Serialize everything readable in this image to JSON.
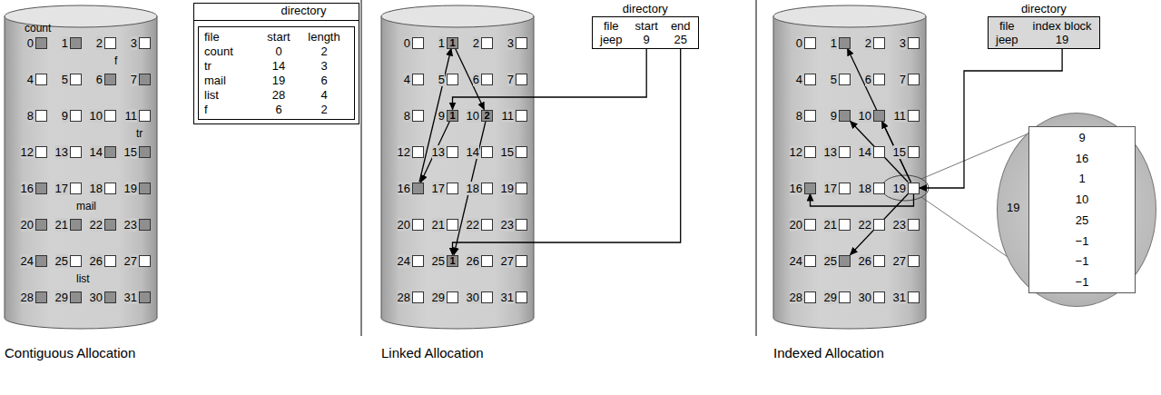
{
  "diagram": {
    "nodes": [
      {
        "text": [
          "0"
        ]
      },
      {
        "text": [
          "1"
        ]
      },
      {
        "text": [
          "2"
        ]
      },
      {
        "text": [
          "3"
        ]
      },
      {
        "text": [
          "4"
        ]
      },
      {
        "text": [
          "5"
        ]
      },
      {
        "text": [
          "6"
        ]
      },
      {
        "text": [
          "7"
        ]
      },
      {
        "text": [
          "8"
        ]
      },
      {
        "text": [
          "9"
        ]
      },
      {
        "text": [
          "10"
        ]
      },
      {
        "text": [
          "11"
        ]
      },
      {
        "text": [
          "12"
        ]
      },
      {
        "text": [
          "13"
        ]
      },
      {
        "text": [
          "14"
        ]
      },
      {
        "text": [
          "15"
        ]
      },
      {
        "text": [
          "16"
        ]
      },
      {
        "text": [
          "17"
        ]
      },
      {
        "text": [
          "18"
        ]
      },
      {
        "text": [
          "19"
        ]
      },
      {
        "text": [
          "20"
        ]
      },
      {
        "text": [
          "21"
        ]
      },
      {
        "text": [
          "22"
        ]
      },
      {
        "text": [
          "23"
        ]
      },
      {
        "text": [
          "24"
        ]
      },
      {
        "text": [
          "25"
        ]
      },
      {
        "text": [
          "26"
        ]
      },
      {
        "text": [
          "27"
        ]
      },
      {
        "text": [
          "28"
        ]
      },
      {
        "text": [
          "29"
        ]
      },
      {
        "text": [
          "30"
        ]
      },
      {
        "text": [
          "31"
        ]
      },
      {
        "text": [
          "directory",
          "file",
          "start",
          "length",
          "count",
          "0",
          "2",
          "tr",
          "14",
          "3",
          "mail",
          "19",
          "6",
          "list",
          "28",
          "4",
          "f",
          "6",
          "2"
        ]
      },
      {
        "text": [
          "0"
        ]
      },
      {
        "text": [
          "1",
          "1"
        ]
      },
      {
        "text": [
          "2"
        ]
      },
      {
        "text": [
          "3"
        ]
      },
      {
        "text": [
          "4"
        ]
      },
      {
        "text": [
          "5"
        ]
      },
      {
        "text": [
          "6"
        ]
      },
      {
        "text": [
          "7"
        ]
      },
      {
        "text": [
          "8"
        ]
      },
      {
        "text": [
          "9",
          "1"
        ]
      },
      {
        "text": [
          "10",
          "2"
        ]
      },
      {
        "text": [
          "11"
        ]
      },
      {
        "text": [
          "12"
        ]
      },
      {
        "text": [
          "13"
        ]
      },
      {
        "text": [
          "14"
        ]
      },
      {
        "text": [
          "15"
        ]
      },
      {
        "text": [
          "16"
        ]
      },
      {
        "text": [
          "17"
        ]
      },
      {
        "text": [
          "18"
        ]
      },
      {
        "text": [
          "19"
        ]
      },
      {
        "text": [
          "20"
        ]
      },
      {
        "text": [
          "21"
        ]
      },
      {
        "text": [
          "22"
        ]
      },
      {
        "text": [
          "23"
        ]
      },
      {
        "text": [
          "24"
        ]
      },
      {
        "text": [
          "25",
          "1"
        ]
      },
      {
        "text": [
          "26"
        ]
      },
      {
        "text": [
          "27"
        ]
      },
      {
        "text": [
          "28"
        ]
      },
      {
        "text": [
          "29"
        ]
      },
      {
        "text": [
          "30"
        ]
      },
      {
        "text": [
          "31"
        ]
      },
      {
        "text": [
          "directory",
          "file",
          "start",
          "end",
          "jeep",
          "9",
          "25"
        ]
      },
      {
        "text": [
          "0"
        ]
      },
      {
        "text": [
          "1"
        ]
      },
      {
        "text": [
          "2"
        ]
      },
      {
        "text": [
          "3"
        ]
      },
      {
        "text": [
          "4"
        ]
      },
      {
        "text": [
          "5"
        ]
      },
      {
        "text": [
          "6"
        ]
      },
      {
        "text": [
          "7"
        ]
      },
      {
        "text": [
          "8"
        ]
      },
      {
        "text": [
          "9"
        ]
      },
      {
        "text": [
          "10"
        ]
      },
      {
        "text": [
          "11"
        ]
      },
      {
        "text": [
          "12"
        ]
      },
      {
        "text": [
          "13"
        ]
      },
      {
        "text": [
          "14"
        ]
      },
      {
        "text": [
          "15"
        ]
      },
      {
        "text": [
          "16"
        ]
      },
      {
        "text": [
          "17"
        ]
      },
      {
        "text": [
          "18"
        ]
      },
      {
        "text": [
          "19"
        ]
      },
      {
        "text": [
          "20"
        ]
      },
      {
        "text": [
          "21"
        ]
      },
      {
        "text": [
          "22"
        ]
      },
      {
        "text": [
          "23"
        ]
      },
      {
        "text": [
          "24"
        ]
      },
      {
        "text": [
          "25"
        ]
      },
      {
        "text": [
          "26"
        ]
      },
      {
        "text": [
          "27"
        ]
      },
      {
        "text": [
          "28"
        ]
      },
      {
        "text": [
          "29"
        ]
      },
      {
        "text": [
          "30"
        ]
      },
      {
        "text": [
          "31"
        ]
      },
      {
        "text": [
          "directory",
          "file",
          "index block",
          "jeep",
          "19"
        ]
      },
      {
        "text": [
          "19"
        ]
      },
      {
        "text": [
          "9",
          "16",
          "1",
          "10",
          "25",
          "−1",
          "−1",
          "−1"
        ],
        "in": 99
      }
    ],
    "edges": [
      {
        "from": 42,
        "to": 49,
        "arrow": "to"
      },
      {
        "from": 49,
        "to": 34,
        "arrow": "to"
      },
      {
        "from": 34,
        "to": 43,
        "arrow": "to"
      },
      {
        "from": 43,
        "to": 58,
        "arrow": "to"
      },
      {
        "from": 65,
        "to": 42,
        "arrow": "to"
      },
      {
        "from": 65,
        "to": 58,
        "arrow": "to"
      },
      {
        "from": 98,
        "to": 85,
        "arrow": "to"
      },
      {
        "from": 85,
        "to": 75,
        "arrow": "to"
      },
      {
        "from": 85,
        "to": 82,
        "arrow": "to"
      },
      {
        "from": 85,
        "to": 67,
        "arrow": "to"
      },
      {
        "from": 85,
        "to": 76,
        "arrow": "to"
      },
      {
        "from": 85,
        "to": 91,
        "arrow": "to"
      }
    ],
    "labels": [
      "count",
      "f",
      "tr",
      "mail",
      "list",
      "Contiguous Allocation",
      "Linked Allocation",
      "Indexed Allocation"
    ]
  }
}
